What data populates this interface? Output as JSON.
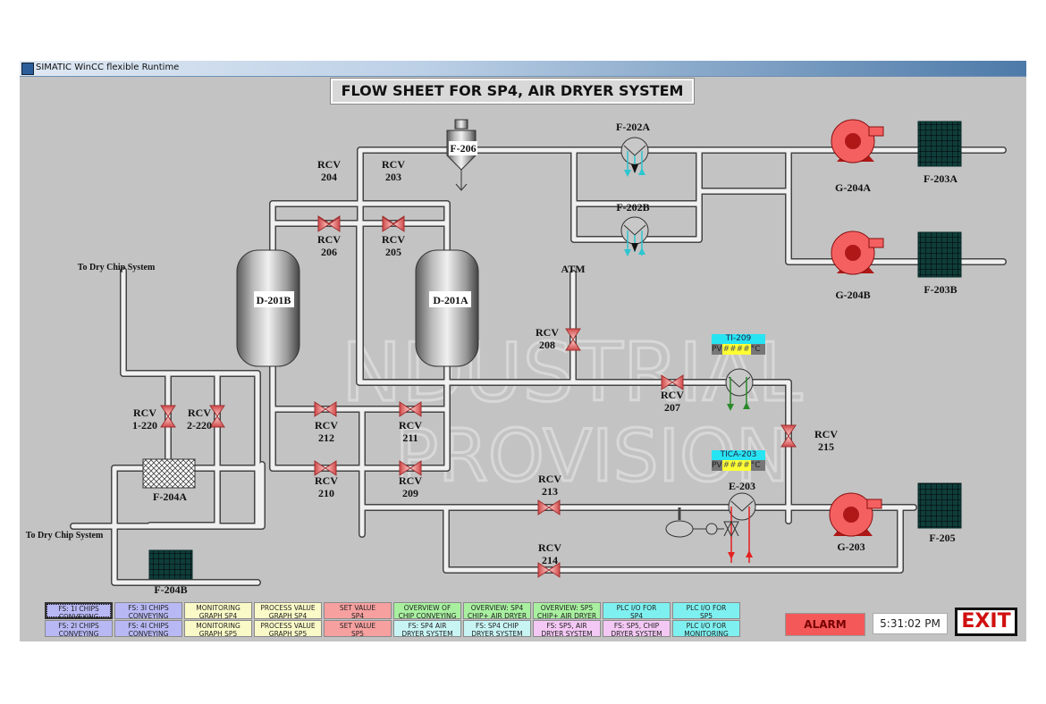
{
  "window": {
    "title": "SIMATIC WinCC flexible Runtime"
  },
  "sheet_title": "FLOW SHEET FOR SP4, AIR DRYER SYSTEM",
  "labels": {
    "to_dry_chip_top": "To Dry Chip System",
    "to_dry_chip_bottom": "To Dry Chip System",
    "atm": "ATM"
  },
  "equipment": {
    "f206": "F-206",
    "f202a": "F-202A",
    "f202b": "F-202B",
    "g204a": "G-204A",
    "g204b": "G-204B",
    "f203a": "F-203A",
    "f203b": "F-203B",
    "d201b": "D-201B",
    "d201a": "D-201A",
    "f204a": "F-204A",
    "f204b": "F-204B",
    "e203": "E-203",
    "g203": "G-203",
    "f205": "F-205"
  },
  "valves": {
    "rcv204": [
      "RCV",
      "204"
    ],
    "rcv203": [
      "RCV",
      "203"
    ],
    "rcv206": [
      "RCV",
      "206"
    ],
    "rcv205": [
      "RCV",
      "205"
    ],
    "rcv208": [
      "RCV",
      "208"
    ],
    "rcv207": [
      "RCV",
      "207"
    ],
    "rcv215": [
      "RCV",
      "215"
    ],
    "rcv1220": [
      "RCV",
      "1-220"
    ],
    "rcv2220": [
      "RCV",
      "2-220"
    ],
    "rcv212": [
      "RCV",
      "212"
    ],
    "rcv211": [
      "RCV",
      "211"
    ],
    "rcv210": [
      "RCV",
      "210"
    ],
    "rcv209": [
      "RCV",
      "209"
    ],
    "rcv213": [
      "RCV",
      "213"
    ],
    "rcv214": [
      "RCV",
      "214"
    ]
  },
  "tags": {
    "ti209": {
      "name": "TI-209",
      "pv_label": "PV",
      "value": "####",
      "unit": "°C"
    },
    "tica203": {
      "name": "TICA-203",
      "pv_label": "PV",
      "value": "####",
      "unit": "°C"
    }
  },
  "nav_buttons": [
    {
      "label": "FS: 1I CHIPS\nCONVEYING",
      "color": "#b8b8f4"
    },
    {
      "label": "FS: 3I CHIPS\nCONVEYING",
      "color": "#b8b8f4"
    },
    {
      "label": "MONITORING\nGRAPH SP4",
      "color": "#fafac8"
    },
    {
      "label": "PROCESS VALUE\nGRAPH SP4",
      "color": "#fafac8"
    },
    {
      "label": "SET VALUE\nSP4",
      "color": "#f7a0a0"
    },
    {
      "label": "OVERVIEW OF\nCHIP CONVEYING",
      "color": "#a8f0a0"
    },
    {
      "label": "OVERVIEW: SP4\nCHIP+ AIR DRYER",
      "color": "#a8f0a0"
    },
    {
      "label": "OVERVIEW: SP5\nCHIP+ AIR DRYER",
      "color": "#a8f0a0"
    },
    {
      "label": "PLC I/O FOR\nSP4",
      "color": "#7ef0f0"
    },
    {
      "label": "PLC I/O FOR\nSP5",
      "color": "#7ef0f0"
    },
    {
      "label": "FS: 2I CHIPS\nCONVEYING",
      "color": "#b8b8f4"
    },
    {
      "label": "FS: 4I CHIPS\nCONVEYING",
      "color": "#b8b8f4"
    },
    {
      "label": "MONITORING\nGRAPH SP5",
      "color": "#fafac8"
    },
    {
      "label": "PROCESS VALUE\nGRAPH SP5",
      "color": "#fafac8"
    },
    {
      "label": "SET VALUE\nSP5",
      "color": "#f7a0a0"
    },
    {
      "label": "FS: SP4 AIR\nDRYER SYSTEM",
      "color": "#c8f4f4"
    },
    {
      "label": "FS: SP4 CHIP\nDRYER SYSTEM",
      "color": "#c8f4f4"
    },
    {
      "label": "FS: SP5, AIR\nDRYER SYSTEM",
      "color": "#f4c8f4"
    },
    {
      "label": "FS: SP5, CHIP\nDRYER SYSTEM",
      "color": "#f4c8f4"
    },
    {
      "label": "PLC I/O FOR\nMONITORING",
      "color": "#7ef0f0"
    }
  ],
  "status": {
    "alarm_label": "ALARM",
    "time": "5:31:02 PM",
    "exit_label": "EXIT"
  },
  "colors": {
    "background": "#c3c3c3",
    "valve": "#f08080",
    "pump": "#f05a5a",
    "filter": "#0f3d3a",
    "cooling_water": "#2cc6d0",
    "heat_exchanger_green": "#2a8a2a",
    "steam_red": "#e52020"
  }
}
